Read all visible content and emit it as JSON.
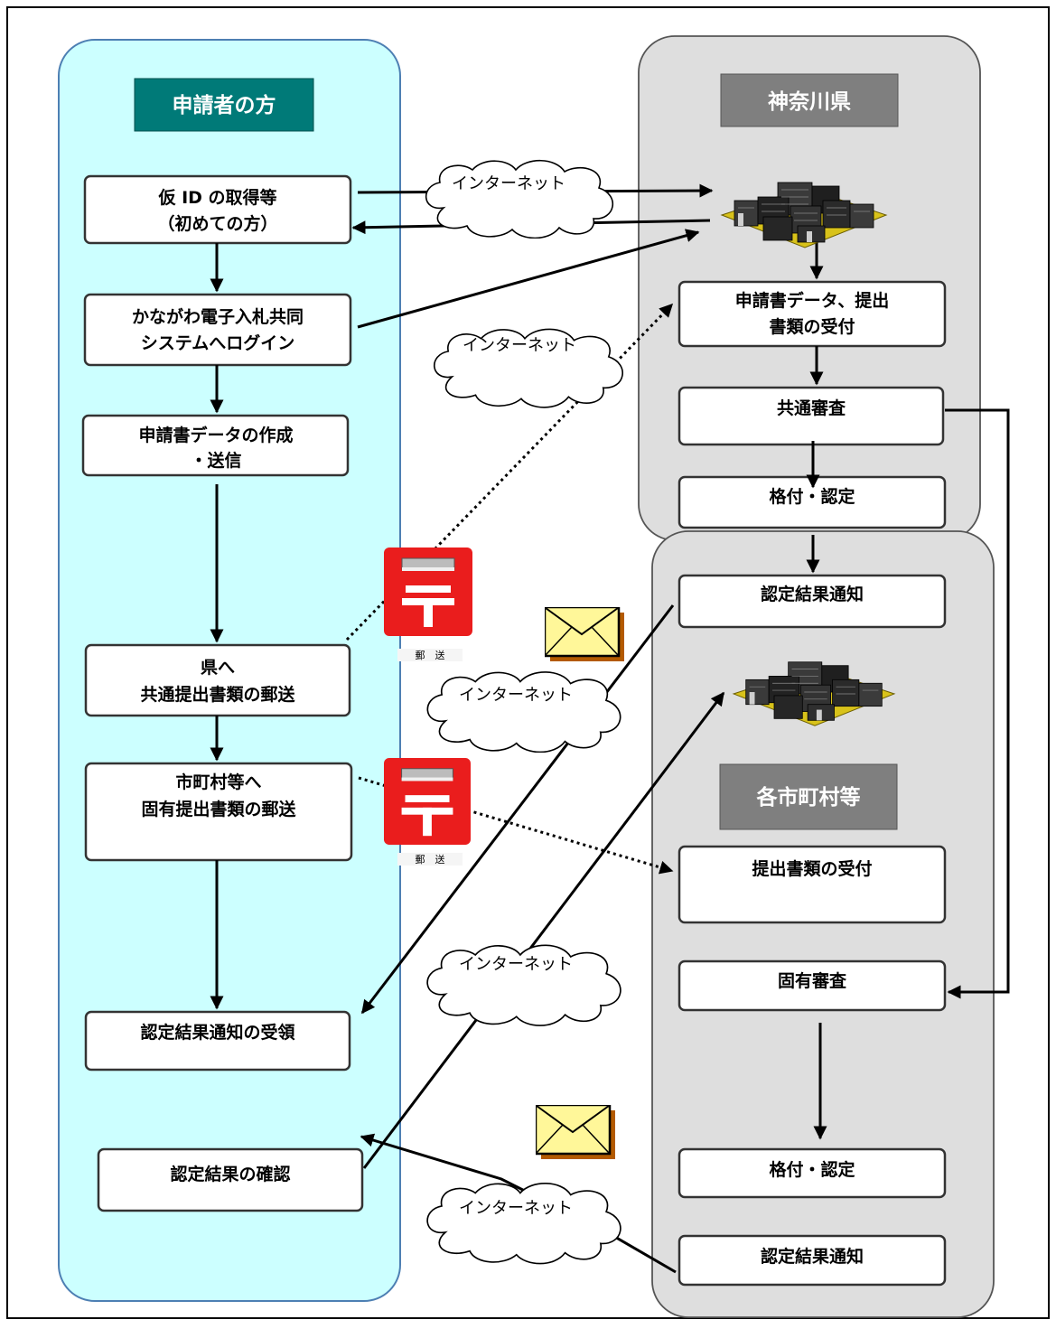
{
  "applicant_lane": {
    "title": "申請者の方",
    "steps": {
      "get_temp_id": [
        "仮 ID の取得等",
        "（初めての方）"
      ],
      "login": [
        "かながわ電子入札共同",
        "システムへログイン"
      ],
      "create_send": [
        "申請書データの作成",
        "・送信"
      ],
      "mail_to_pref": [
        "県へ",
        "共通提出書類の郵送"
      ],
      "mail_to_city": [
        "市町村等へ",
        "固有提出書類の郵送"
      ],
      "receive_notice": [
        "認定結果通知の受領"
      ],
      "confirm_result": [
        "認定結果の確認"
      ]
    }
  },
  "prefecture_lane": {
    "title": "神奈川県",
    "steps": {
      "receive_application": [
        "申請書データ、提出",
        "書類の受付"
      ],
      "common_review": [
        "共通審査"
      ],
      "rating": [
        "格付・認定"
      ]
    }
  },
  "municipality_lane": {
    "title": "各市町村等",
    "steps": {
      "result_notice_top": [
        "認定結果通知"
      ],
      "receive_documents": [
        "提出書類の受付"
      ],
      "specific_review": [
        "固有審査"
      ],
      "rating": [
        "格付・認定"
      ],
      "result_notice_bottom": [
        "認定結果通知"
      ]
    }
  },
  "cloud_label": "インターネット",
  "post_label": "郵　送",
  "colors": {
    "applicant_lane_bg": "#ccffff",
    "applicant_lane_border": "#4d7fb3",
    "applicant_header_bg": "#007a78",
    "gov_lane_bg": "#dedede",
    "gov_header_bg": "#7f7f7f",
    "post_red": "#ea1d1d",
    "envelope_yellow": "#fff799"
  },
  "icons": [
    "server-cluster-icon",
    "mailbox-icon",
    "envelope-icon",
    "cloud-icon"
  ]
}
